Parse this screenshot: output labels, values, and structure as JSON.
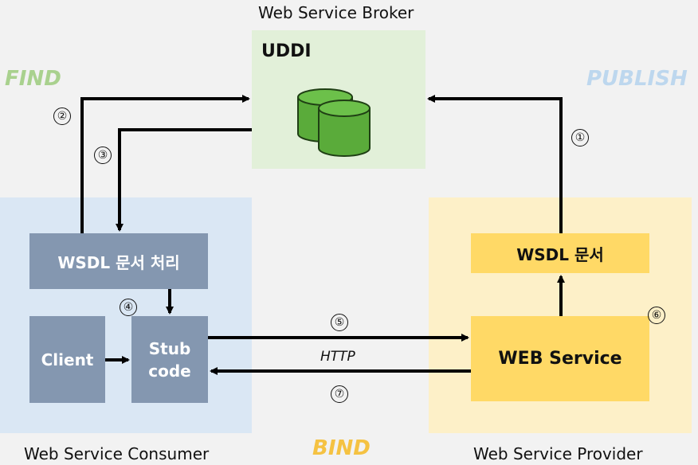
{
  "regions": {
    "broker": "Web Service Broker",
    "consumer": "Web Service Consumer",
    "provider": "Web Service Provider"
  },
  "phases": {
    "find": "FIND",
    "publish": "PUBLISH",
    "bind": "BIND"
  },
  "boxes": {
    "uddi": "UDDI",
    "wsdl_processing": "WSDL 문서 처리",
    "client": "Client",
    "stub_line1": "Stub",
    "stub_line2": "code",
    "wsdl_document": "WSDL 문서",
    "web_service": "WEB Service"
  },
  "protocol": "HTTP",
  "steps": [
    "①",
    "②",
    "③",
    "④",
    "⑤",
    "⑥",
    "⑦"
  ],
  "colors": {
    "background": "#f2f2f2",
    "broker_area": "#e2f0d9",
    "consumer_area": "#dae7f4",
    "provider_area": "#fdf0c8",
    "consumer_box": "#8497b0",
    "provider_box": "#ffd966",
    "database": "#5aab3a",
    "find": "#a9d18e",
    "publish": "#bdd7ee",
    "bind": "#f5c242"
  }
}
